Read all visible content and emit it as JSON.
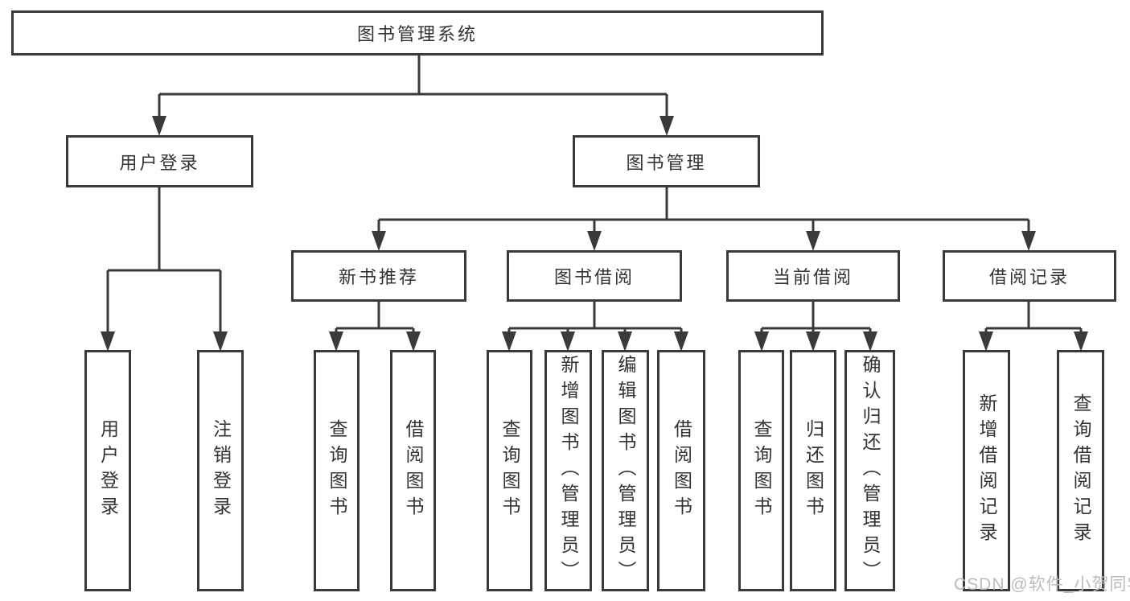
{
  "diagram": {
    "root": {
      "label": "图书管理系统"
    },
    "level2": [
      {
        "label": "用户登录"
      },
      {
        "label": "图书管理"
      }
    ],
    "level3": [
      {
        "label": "新书推荐"
      },
      {
        "label": "图书借阅"
      },
      {
        "label": "当前借阅"
      },
      {
        "label": "借阅记录"
      }
    ],
    "leaves": [
      {
        "label": "用户登录"
      },
      {
        "label": "注销登录"
      },
      {
        "label": "查询图书"
      },
      {
        "label": "借阅图书"
      },
      {
        "label": "查询图书"
      },
      {
        "label": "新增图书（管理员）"
      },
      {
        "label": "编辑图书（管理员）"
      },
      {
        "label": "借阅图书"
      },
      {
        "label": "查询图书"
      },
      {
        "label": "归还图书"
      },
      {
        "label": "确认归还（管理员）"
      },
      {
        "label": "新增借阅记录"
      },
      {
        "label": "查询借阅记录"
      }
    ]
  },
  "watermark": {
    "text": "CSDN @软件_小贺同学"
  },
  "colors": {
    "line": "#3a3a3a",
    "text": "#333333",
    "box_background": "#ffffff",
    "watermark": "#bcbcbc",
    "background": "#ffffff"
  }
}
